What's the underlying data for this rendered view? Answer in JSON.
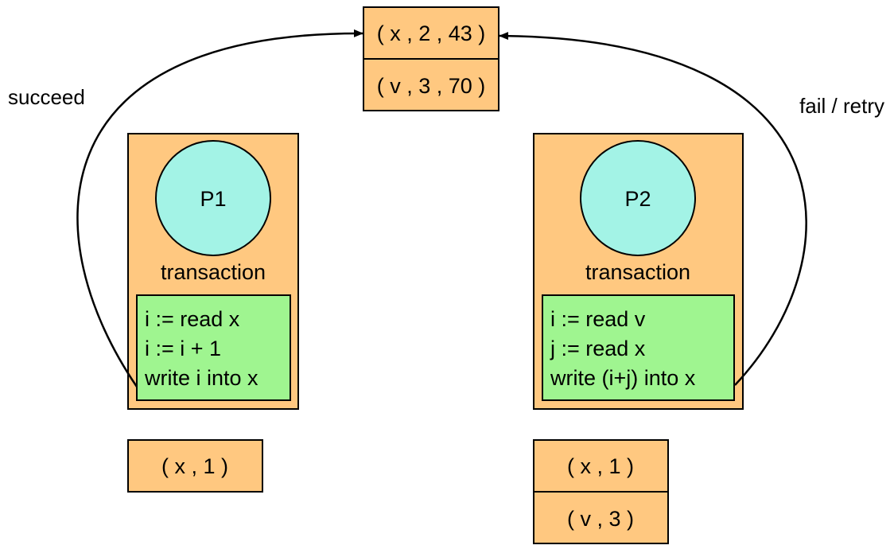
{
  "colors": {
    "record_fill": "#ffc880",
    "process_fill": "#a3f3e6",
    "code_fill": "#9ff590",
    "stroke": "#000000"
  },
  "shared_memory": {
    "entries": [
      "( x , 2 , 43 )",
      "( v , 3 , 70 )"
    ]
  },
  "transactions": [
    {
      "process": "P1",
      "label": "transaction",
      "code": [
        "i := read x",
        "i := i + 1",
        "write i into x"
      ],
      "readset": [
        "( x , 1 )"
      ],
      "edge_label": "succeed"
    },
    {
      "process": "P2",
      "label": "transaction",
      "code": [
        "i := read v",
        "j := read x",
        "write (i+j) into x"
      ],
      "readset": [
        "( x , 1 )",
        "( v , 3 )"
      ],
      "edge_label": "fail / retry"
    }
  ]
}
